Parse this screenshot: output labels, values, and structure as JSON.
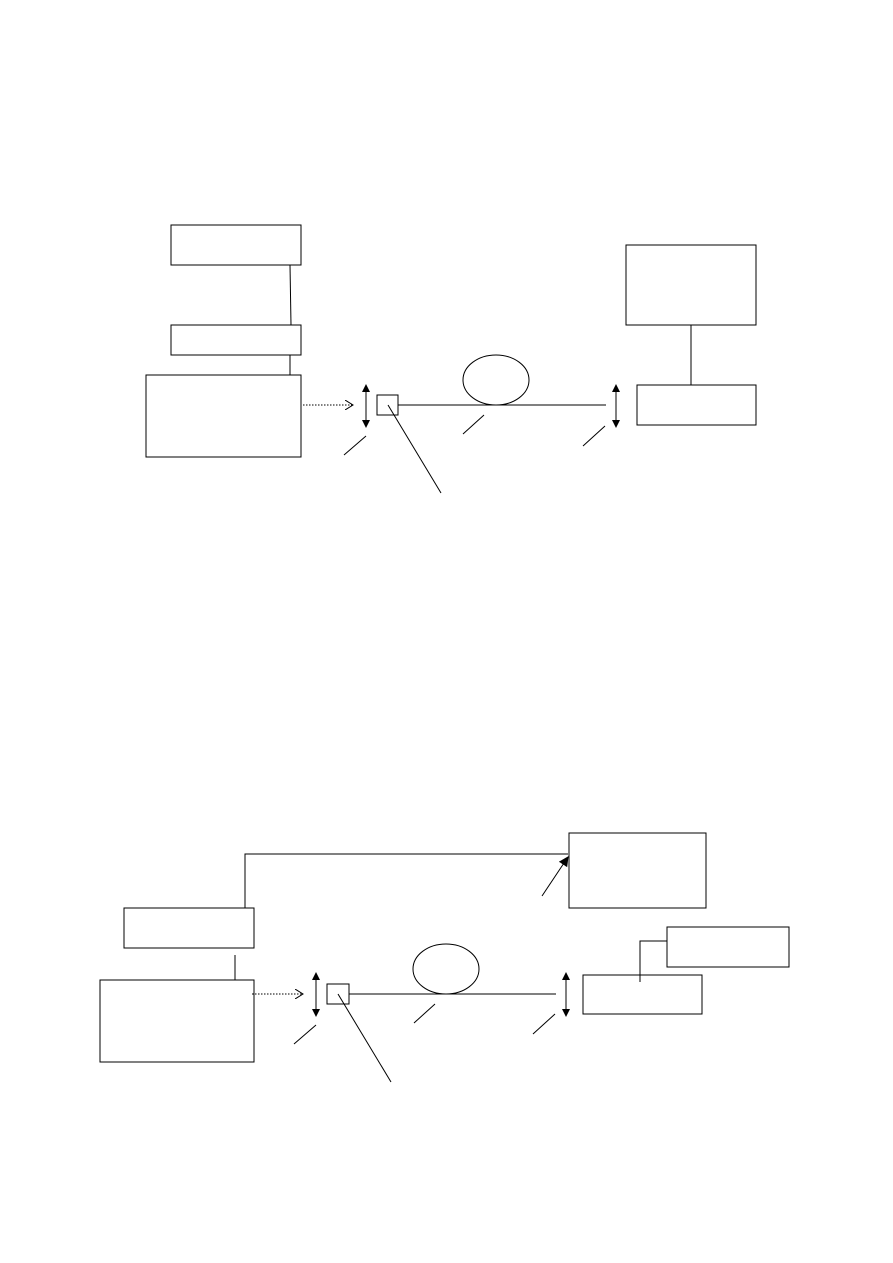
{
  "diagrams": [
    {
      "id": "figure-1",
      "boxes": [
        "box-a",
        "box-b",
        "box-c",
        "box-d",
        "box-e"
      ],
      "fiber_coupler": "square",
      "fiber_coil": "ellipse",
      "polarizers": 2,
      "reference_arrows": 4
    },
    {
      "id": "figure-2",
      "boxes": [
        "box-a",
        "box-b",
        "box-c",
        "box-d",
        "box-e"
      ],
      "fiber_coupler": "square",
      "fiber_coil": "ellipse",
      "polarizers": 2,
      "reference_arrows": 4
    }
  ],
  "colors": {
    "stroke": "#000000",
    "background": "#ffffff"
  }
}
